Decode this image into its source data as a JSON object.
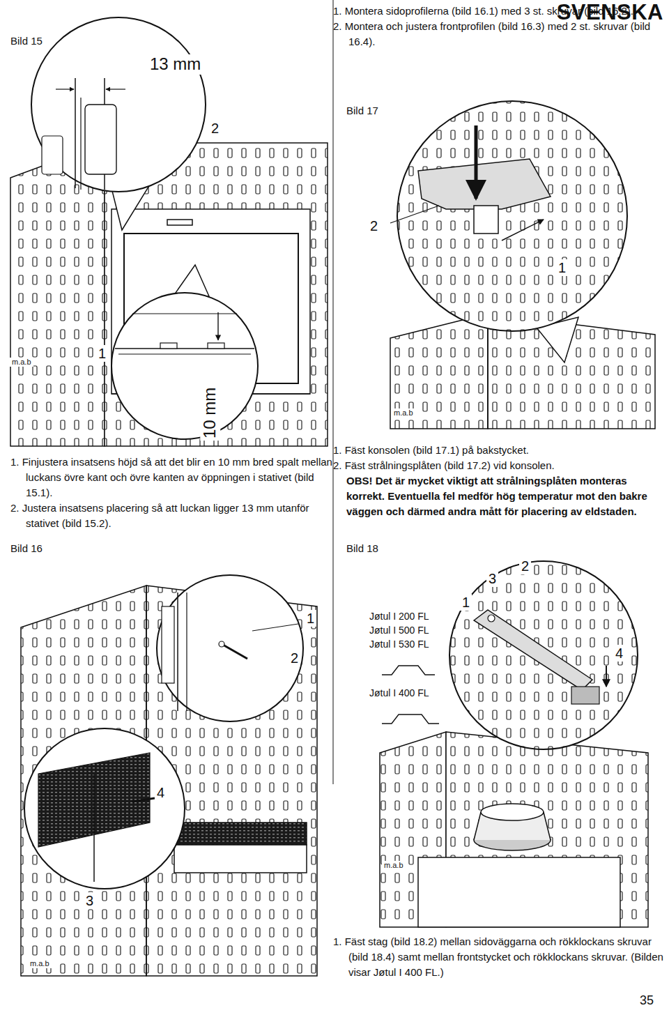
{
  "diagram": {
    "title": "SVENSKA",
    "labels": [
      "Bild 15",
      "13 mm",
      "2",
      "1",
      "m.a.b",
      "10 mm",
      "1. Finjustera insatsens höjd så att det blir en 10 mm bred spalt mellan luckans övre kant och övre kanten av öppningen i stativet (bild 15.1).",
      "2. Justera insatsens placering så att luckan ligger 13 mm utanför stativet (bild 15.2).",
      "Bild 16",
      "1",
      "2",
      "4",
      "3",
      "m.a.b",
      "1. Montera sidoprofilerna (bild 16.1) med 3 st. skruvar (bild 16.2).",
      "2. Montera och justera frontprofilen (bild 16.3) med 2 st. skruvar (bild 16.4).",
      "Bild 17",
      "2",
      "1",
      "m.a.b",
      "1. Fäst konsolen (bild 17.1) på bakstycket.",
      "2. Fäst strålningsplåten (bild 17.2) vid konsolen.",
      "OBS! Det är mycket viktigt att strålningsplåten monteras korrekt. Eventuella fel medför hög temperatur mot den bakre väggen och därmed andra mått för placering av eldstaden.",
      "Bild 18",
      "3",
      "2",
      "1",
      "4",
      "Jøtul I 200 FL",
      "Jøtul I 500 FL",
      "Jøtul I 530 FL",
      "Jøtul I 400 FL",
      "m.a.b",
      "1. Fäst stag (bild 18.2) mellan sidoväggarna och rökklockans skruvar (bild 18.4) samt mellan frontstycket och rökklockans skruvar. (Bilden visar Jøtul I 400 FL.)",
      "35"
    ]
  }
}
